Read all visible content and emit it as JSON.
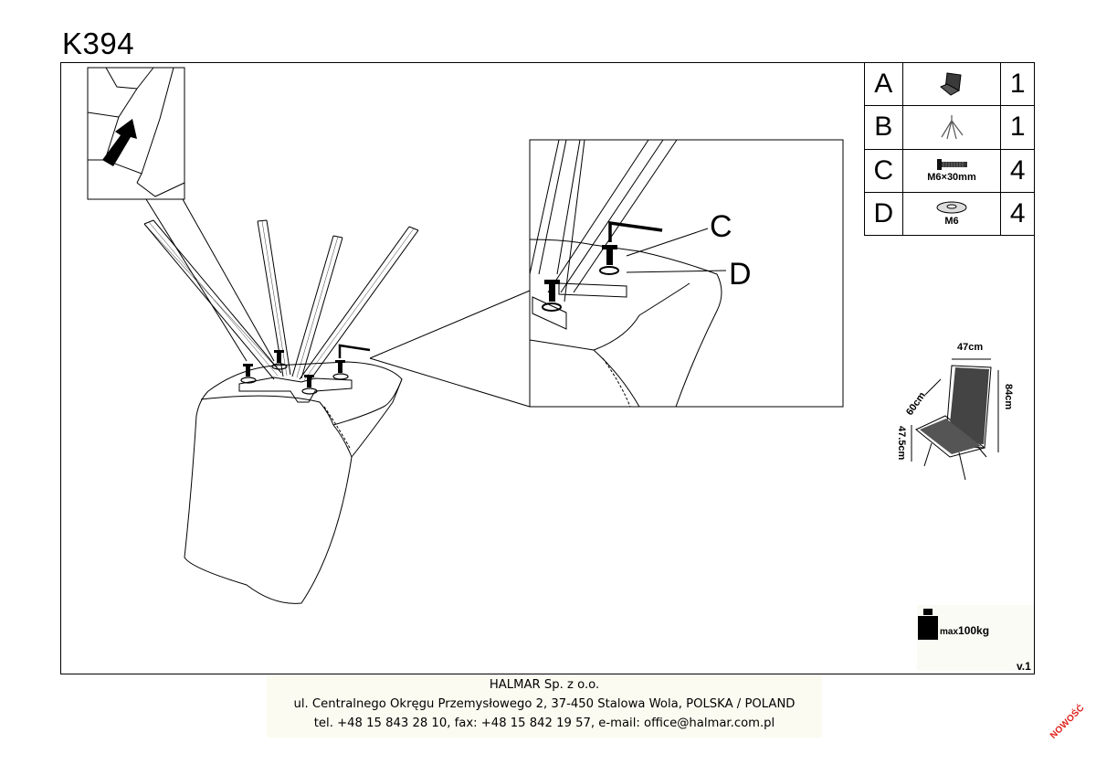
{
  "document": {
    "title": "K394",
    "version": "v.1"
  },
  "parts": [
    {
      "letter": "A",
      "icon": "chair-seat-icon",
      "size": "",
      "qty": "1"
    },
    {
      "letter": "B",
      "icon": "chair-legs-icon",
      "size": "",
      "qty": "1"
    },
    {
      "letter": "C",
      "icon": "bolt-icon",
      "size": "M6×30mm",
      "qty": "4"
    },
    {
      "letter": "D",
      "icon": "washer-icon",
      "size": "M6",
      "qty": "4"
    }
  ],
  "callouts": {
    "c": "C",
    "d": "D"
  },
  "dimensions": {
    "width": "47cm",
    "depth": "60cm",
    "height": "84cm",
    "seat_height": "47.5cm"
  },
  "max_load": {
    "prefix": "max",
    "value": "100kg"
  },
  "footer": {
    "company": "HALMAR Sp. z o.o.",
    "address": "ul. Centralnego Okręgu Przemysłowego 2, 37-450 Stalowa Wola, POLSKA / POLAND",
    "contact": "tel. +48 15 843 28 10, fax: +48 15 842 19 57, e-mail: office@halmar.com.pl"
  },
  "badge": "NOWOŚĆ",
  "colors": {
    "ink": "#000000",
    "badge": "#e0201a",
    "footer_bg": "#fbfbf1"
  }
}
